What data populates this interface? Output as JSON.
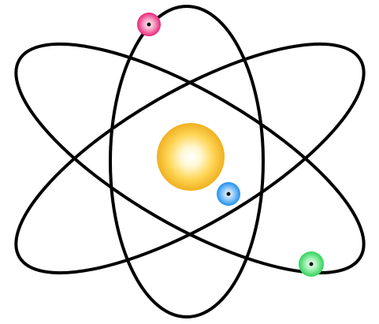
{
  "diagram": {
    "kind": "atom-model",
    "orbit_count": 3,
    "colors": {
      "background": "#ffffff",
      "orbit_stroke": "#000000",
      "nucleus_core": "#ffffff",
      "nucleus_mid": "#ffe27a",
      "nucleus_outer": "#f3b521",
      "electron_magenta": "#e8247a",
      "electron_blue": "#1e90f0",
      "electron_green": "#2fd35a",
      "electron_center": "#111111"
    },
    "electrons": [
      {
        "id": "electron-magenta",
        "color_name": "magenta"
      },
      {
        "id": "electron-blue",
        "color_name": "blue"
      },
      {
        "id": "electron-green",
        "color_name": "green"
      }
    ]
  }
}
